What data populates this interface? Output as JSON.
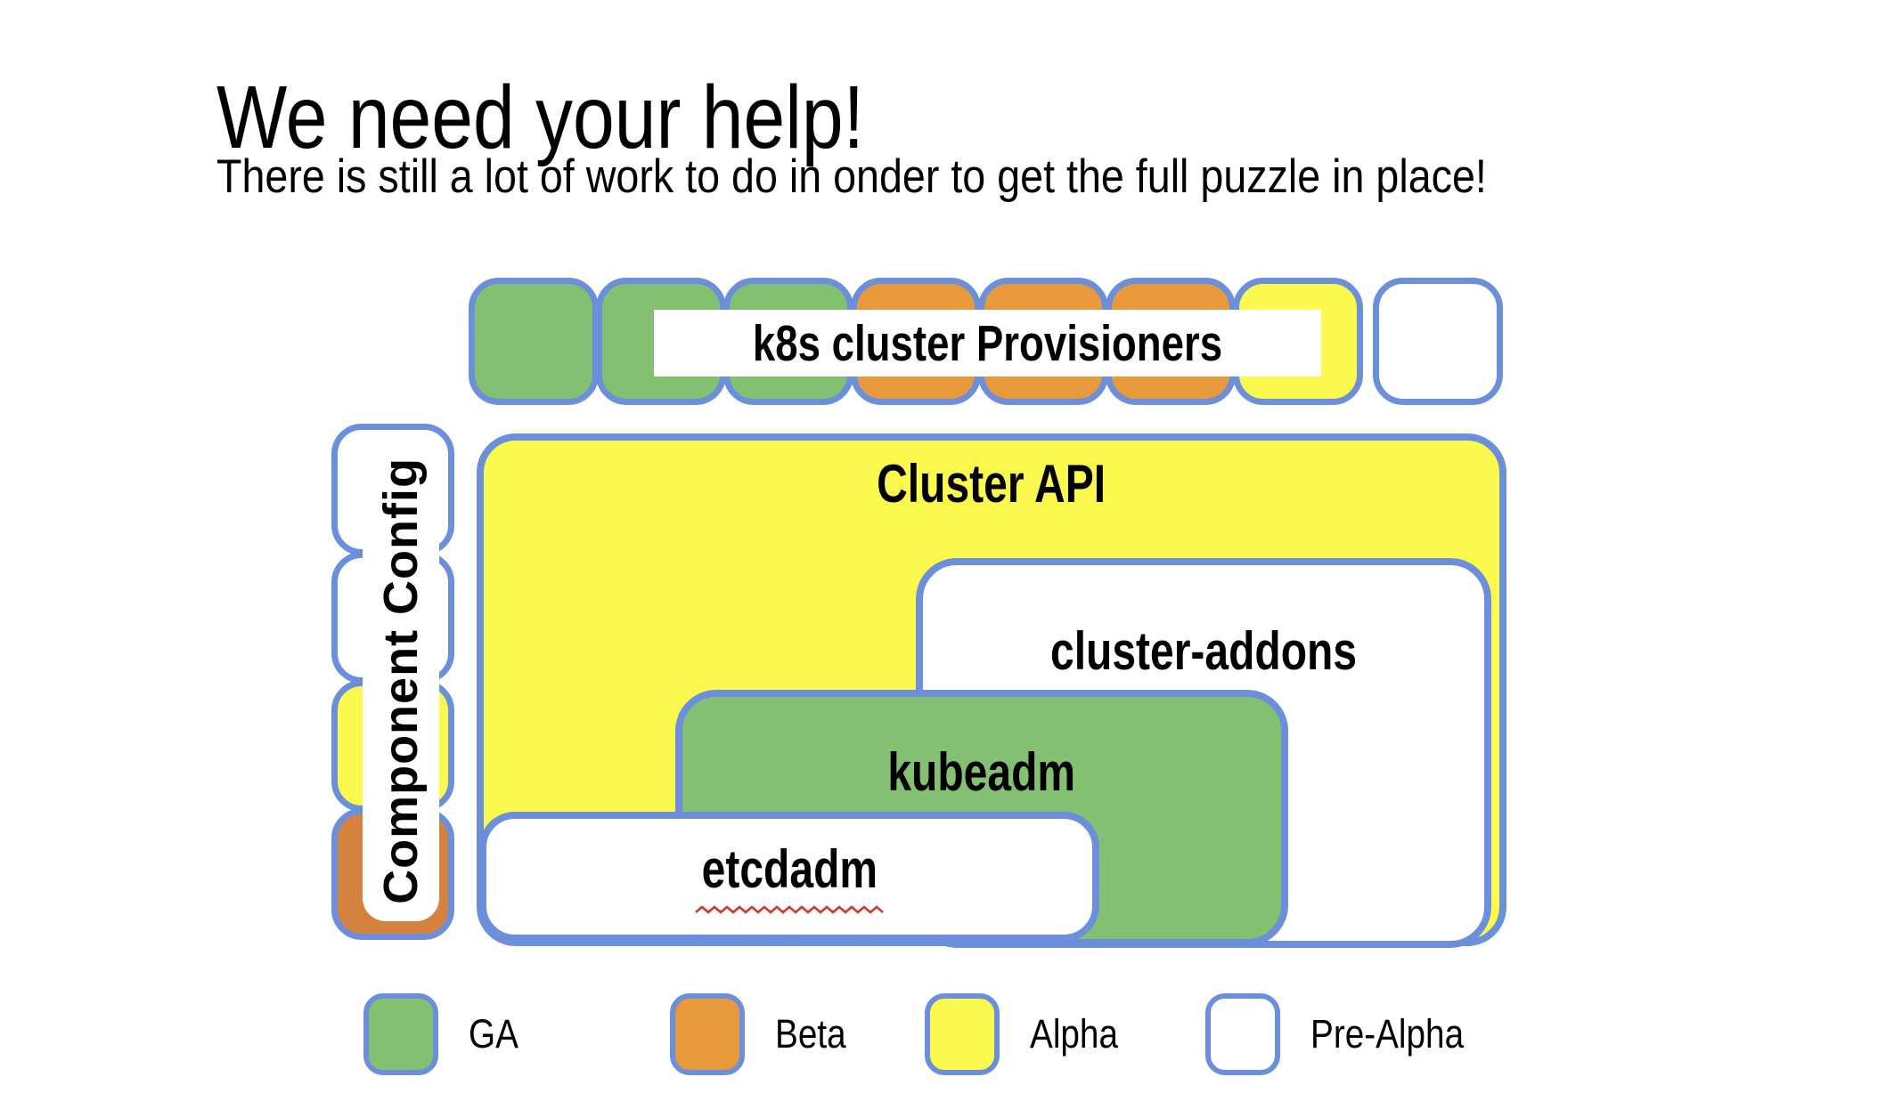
{
  "title": "We need your help!",
  "subtitle": "There is still a lot of work to do in onder to get the full puzzle in place!",
  "provisioners_row": {
    "label": "k8s cluster Provisioners",
    "squares": [
      "green",
      "green",
      "green",
      "orange",
      "orange",
      "orange",
      "yellow",
      "white"
    ]
  },
  "component_config": {
    "label": "Component Config",
    "squares": [
      "white",
      "white",
      "yellow",
      "orange_dark"
    ]
  },
  "boxes": {
    "cluster_api": {
      "label": "Cluster API",
      "status_color": "yellow"
    },
    "cluster_addons": {
      "label": "cluster-addons",
      "status_color": "white"
    },
    "kubeadm": {
      "label": "kubeadm",
      "status_color": "green"
    },
    "etcdadm": {
      "label": "etcdadm",
      "status_color": "white",
      "spellcheck_underline": true
    }
  },
  "legend": {
    "items": [
      {
        "label": "GA",
        "color_name": "green",
        "color": "#84C072"
      },
      {
        "label": "Beta",
        "color_name": "orange",
        "color": "#E8993C"
      },
      {
        "label": "Alpha",
        "color_name": "yellow",
        "color": "#FBF84E"
      },
      {
        "label": "Pre-Alpha",
        "color_name": "white",
        "color": "#FFFFFF"
      }
    ]
  },
  "colors": {
    "border_blue": "#6B8FDB",
    "green": "#84C072",
    "orange": "#E8993C",
    "orange_dark": "#D6823F",
    "yellow": "#FBF84E",
    "white": "#FFFFFF",
    "squiggle_red": "#CC3B2F",
    "text": "#000000",
    "background": "#FFFFFF"
  }
}
